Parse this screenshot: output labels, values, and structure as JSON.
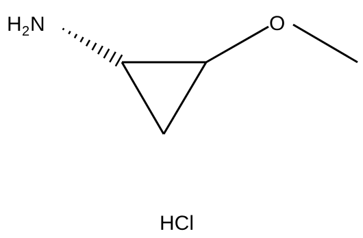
{
  "molecule": {
    "amine": {
      "element": "N",
      "hydrogen": "H",
      "hydrogen_count": "2"
    },
    "oxygen": {
      "element": "O"
    },
    "salt": "HCl",
    "bond_colour": "#000000"
  }
}
